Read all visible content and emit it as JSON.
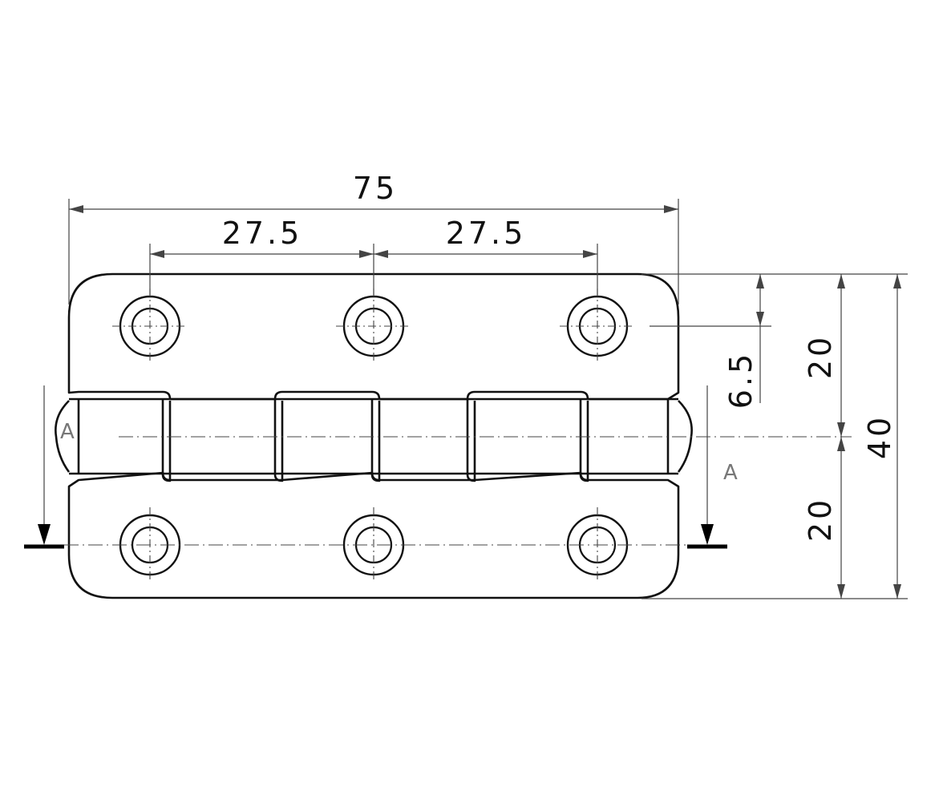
{
  "dimensions": {
    "overall_width": "75",
    "hole_pitch_left": "27.5",
    "hole_pitch_right": "27.5",
    "hole_edge_offset": "6.5",
    "upper_leaf_height": "20",
    "lower_leaf_height": "20",
    "overall_height": "40"
  },
  "section": {
    "left_label": "A",
    "right_label": "A"
  },
  "colors": {
    "line": "#111111",
    "dimension": "#444444",
    "section_label": "#777777"
  }
}
